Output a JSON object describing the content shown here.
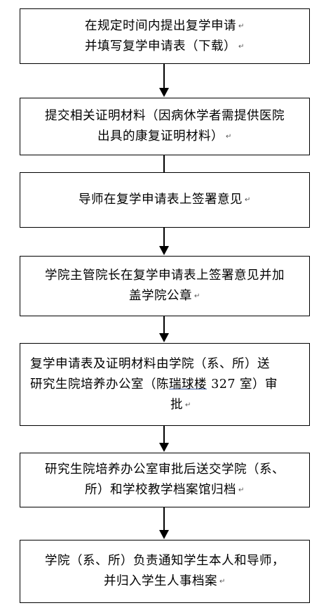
{
  "steps": [
    {
      "lines": [
        "在规定时间内提出复学申请",
        "并填写复学申请表（下载）"
      ],
      "marks": [
        "↵",
        "↵"
      ]
    },
    {
      "lines": [
        "提交相关证明材料（因病休学者需提供医院",
        "出具的康复证明材料）"
      ],
      "marks": [
        "",
        "↵"
      ]
    },
    {
      "lines": [
        "导师在复学申请表上签署意见"
      ],
      "marks": [
        "↵"
      ]
    },
    {
      "lines": [
        "学院主管院长在复学申请表上签署意见并加",
        "盖学院公章"
      ],
      "marks": [
        "",
        "↵"
      ]
    },
    {
      "line1": "复学申请表及证明材料由学院（系、所）送",
      "line2_prefix": "研究生院培养办公室（陈",
      "line2_underlined": "瑞球楼",
      "line2_suffix": " 327 室）审",
      "line3": "批",
      "mark": "↵"
    },
    {
      "lines": [
        "研究生院培养办公室审批后送交学院（系、",
        "所）和学校教学档案馆归档"
      ],
      "marks": [
        "",
        "↵"
      ]
    },
    {
      "lines": [
        "学院（系、所）负责通知学生本人和导师，",
        "并归入学生人事档案"
      ],
      "marks": [
        "",
        "↵"
      ]
    }
  ]
}
